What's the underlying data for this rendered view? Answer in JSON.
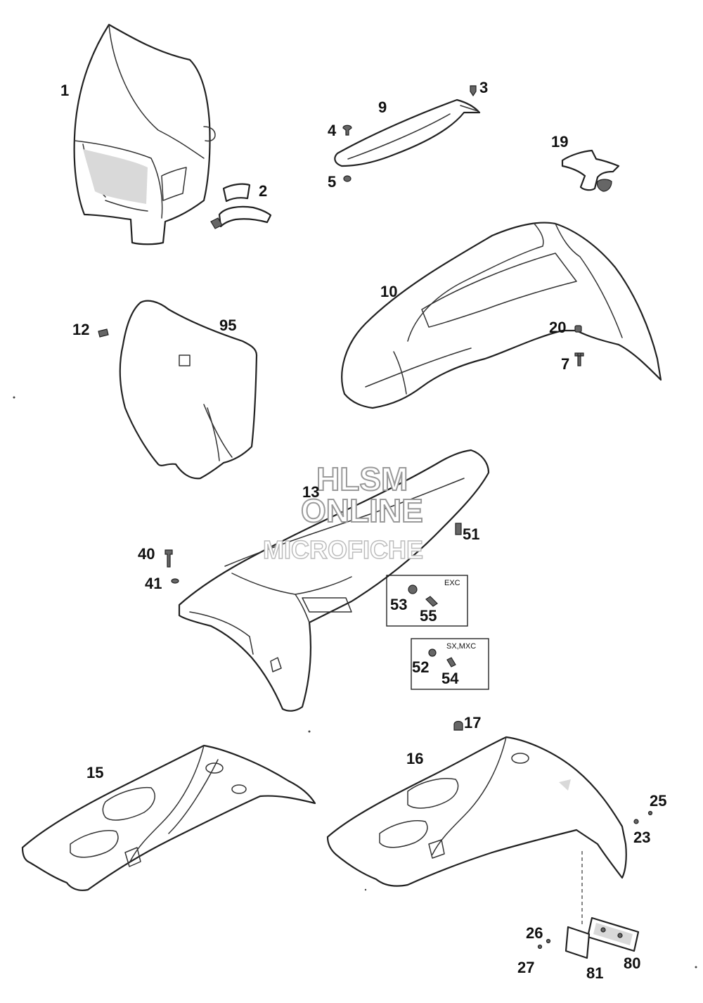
{
  "labels": {
    "l1": "1",
    "l2": "2",
    "l3": "3",
    "l4": "4",
    "l5": "5",
    "l7": "7",
    "l9": "9",
    "l10": "10",
    "l12": "12",
    "l13": "13",
    "l15": "15",
    "l16": "16",
    "l17": "17",
    "l19": "19",
    "l20": "20",
    "l23": "23",
    "l25": "25",
    "l26": "26",
    "l27": "27",
    "l40": "40",
    "l41": "41",
    "l51": "51",
    "l52": "52",
    "l53": "53",
    "l54": "54",
    "l55": "55",
    "l80": "80",
    "l81": "81",
    "l95": "95"
  },
  "boxes": {
    "exc": "EXC",
    "sxmxc": "SX,MXC"
  },
  "watermark": {
    "line1": "HLSM",
    "line2": "ONLINE",
    "line3": "MICROFICHE"
  }
}
